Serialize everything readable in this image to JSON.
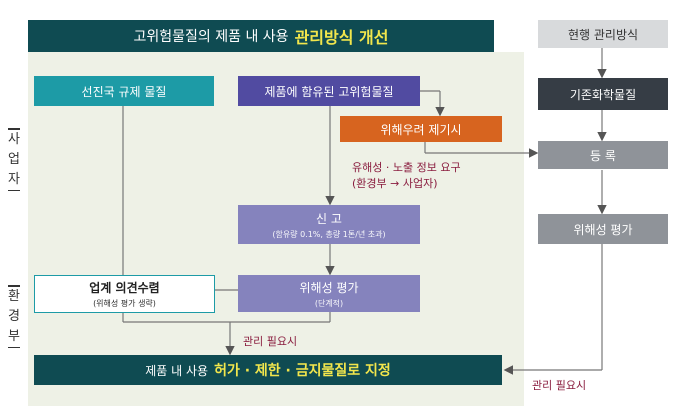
{
  "title": {
    "prefix": "고위험물질의 제품 내 사용",
    "highlight": "관리방식 개선"
  },
  "current_method_title": "현행 관리방식",
  "boxes": {
    "advanced_country": "선진국 규제 물질",
    "product_contained": "제품에 함유된 고위험물질",
    "risk_concern": "위해우려 제기시",
    "report": "신 고",
    "report_detail": "(함유량 0.1%, 총량 1톤/년 초과)",
    "industry_opinion": "업계 의견수렴",
    "industry_opinion_detail": "(위해성 평가 생략)",
    "risk_assessment": "위해성 평가",
    "risk_assessment_detail": "(단계적)",
    "existing_chemical": "기존화학물질",
    "registration": "등    록",
    "current_risk_assessment": "위해성 평가"
  },
  "notes": {
    "info_request_line1": "유해성 · 노출 정보 요구",
    "info_request_line2": "(환경부 → 사업자)",
    "management_needed_left": "관리 필요시",
    "management_needed_right": "관리 필요시"
  },
  "bottom": {
    "prefix": "제품 내 사용",
    "highlight": "허가 · 제한 · 금지물질로 지정"
  },
  "side_labels": {
    "business": [
      "사",
      "업",
      "자"
    ],
    "ministry": [
      "환",
      "경",
      "부"
    ]
  }
}
